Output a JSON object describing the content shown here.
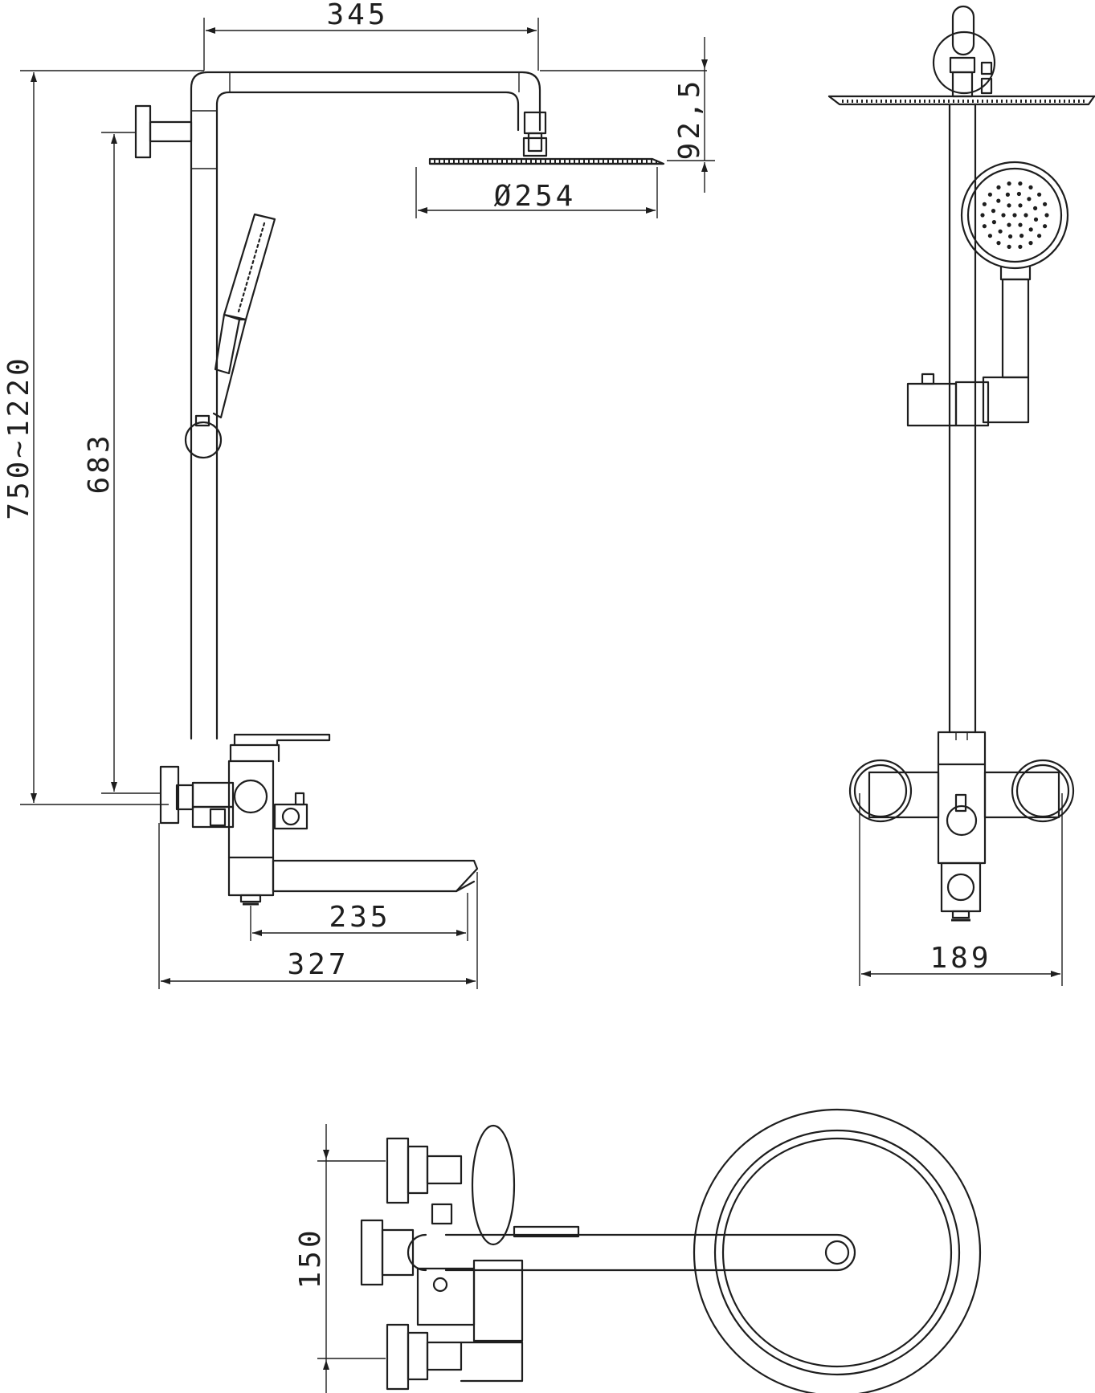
{
  "dimensions": {
    "top_width": "345",
    "head_drop": "92,5",
    "head_diameter": "254",
    "diameter_symbol": "Ø",
    "total_height": "750~1220",
    "rail_height": "683",
    "spout_reach": "235",
    "total_depth": "327",
    "side_width": "189",
    "inlet_spacing": "150"
  },
  "colors": {
    "line": "#1e1e1e",
    "background": "#ffffff"
  }
}
